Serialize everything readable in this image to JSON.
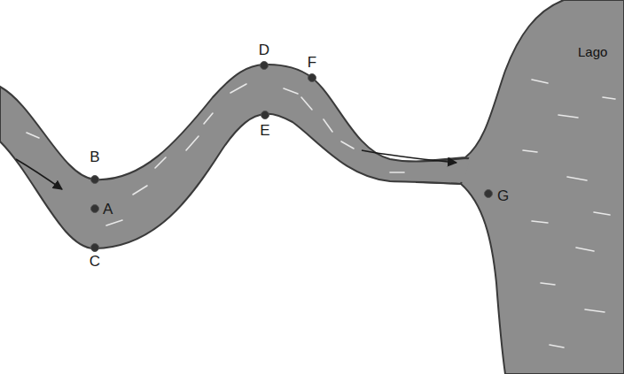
{
  "diagram": {
    "labels": [
      "B",
      "A",
      "C",
      "D",
      "E",
      "F",
      "Lago",
      "G"
    ]
  }
}
